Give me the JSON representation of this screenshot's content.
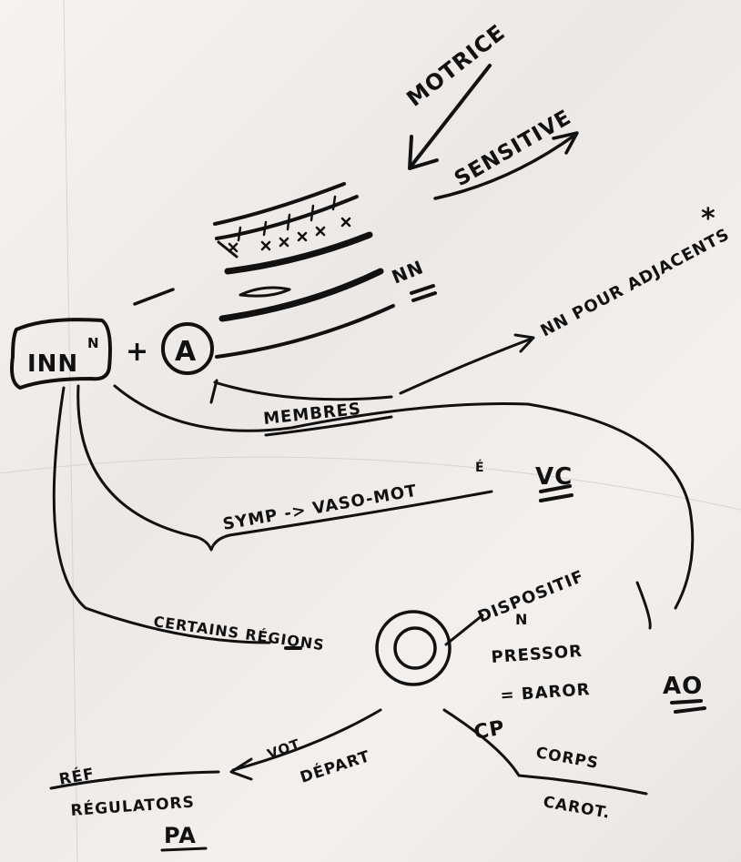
{
  "labels": {
    "motrice": "MOTRICE",
    "sensitive": "SENSITIVE",
    "nn": "NN",
    "innervation": "INN",
    "innervation_sup": "N",
    "plus": "+",
    "circle_a": "A",
    "nn_pour_adjacents": "NN POUR ADJACENTS",
    "asterisk": "*",
    "membres": "MEMBRES",
    "symp_vasomot": "SYMP -> VASO-MOT",
    "symp_sup": "É",
    "vc": "VC",
    "certains_regions": "CERTAINS RÉGIONS",
    "dispositif": "DISPOSITIF",
    "dispositif_sup": "N",
    "pressor": "PRESSOR",
    "baror": "= BAROR",
    "ao": "AO",
    "cp": "CP",
    "corps": "CORPS",
    "carot": "CAROT.",
    "vot": "VOT",
    "depart": "DÉPART",
    "ref": "RÉF",
    "regulators": "RÉGULATORS",
    "pa": "PA"
  }
}
